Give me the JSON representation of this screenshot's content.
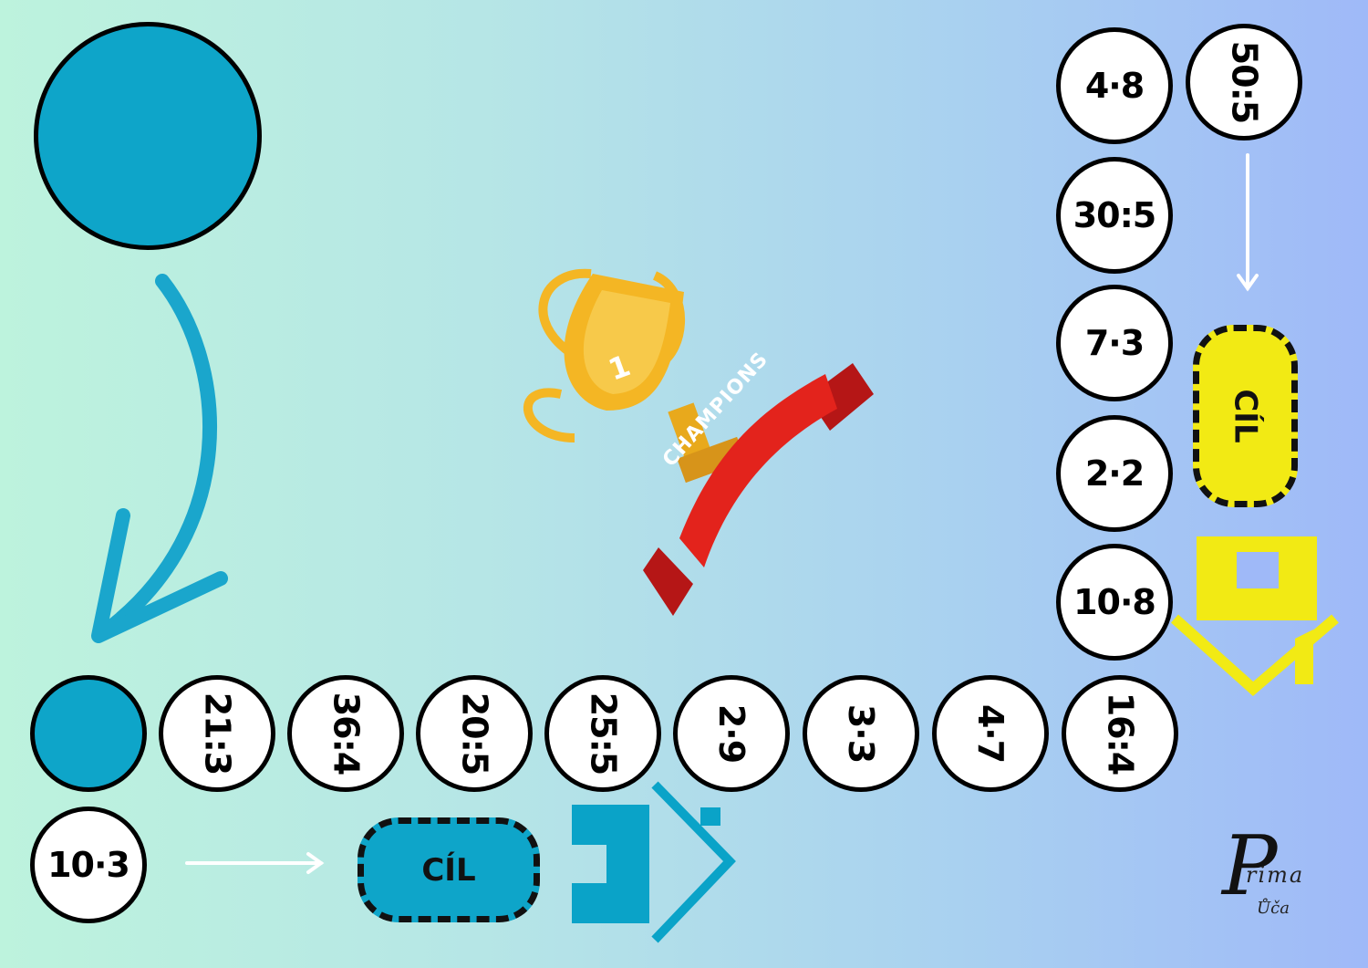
{
  "board": {
    "top_row": [
      "21:3",
      "36:4",
      "20:5",
      "25:5",
      "2·9",
      "3·3",
      "4·7",
      "16:4"
    ],
    "right_column": [
      "10·8",
      "2·2",
      "7·3",
      "30:5",
      "4·8"
    ],
    "top_right_cell": "50:5",
    "bottom_left_cell": "10·3"
  },
  "finish_blue_label": "CÍL",
  "finish_yellow_label": "CÍL",
  "trophy": {
    "number": "1",
    "ribbon_text": "CHAMPIONS"
  },
  "logo": {
    "big_letter": "P",
    "top_text": "rima",
    "bottom_text": "Ůča"
  },
  "colors": {
    "blue_piece": "#0ea5c9",
    "yellow_piece": "#f2ea14",
    "ribbon": "#e3231c",
    "trophy": "#f4b624",
    "arrow_white": "#ffffff"
  }
}
